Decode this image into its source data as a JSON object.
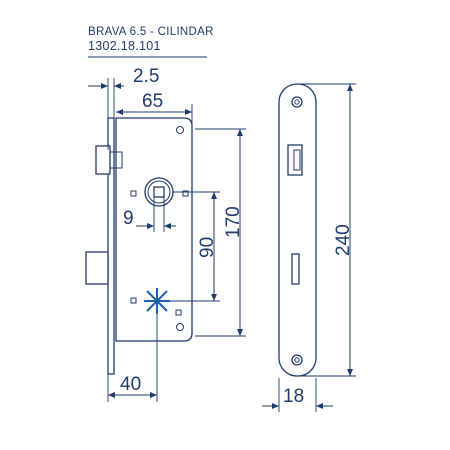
{
  "header": {
    "product_name": "BRAVA 6.5 - CILINDAR",
    "product_code": "1302.18.101"
  },
  "dimensions": {
    "backset_offset": "2.5",
    "case_width": "65",
    "case_height": "170",
    "follower_square": "9",
    "center_distance": "90",
    "cylinder_offset": "40",
    "faceplate_height": "240",
    "faceplate_width": "18"
  },
  "colors": {
    "line": "#1f3a6b",
    "accent": "#1f5fb0",
    "background": "#ffffff"
  }
}
